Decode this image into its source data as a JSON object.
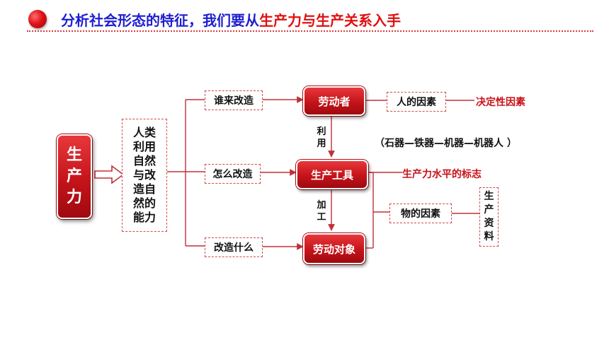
{
  "header": {
    "title_prefix": "分析社会形态的特征，我们要从",
    "title_highlight": "生产力与生产关系入手"
  },
  "diagram": {
    "root": "生产力",
    "ability": "人类利用自然与改造自然的能力",
    "questions": [
      "谁来改造",
      "怎么改造",
      "改造什么"
    ],
    "nodes": [
      "劳动者",
      "生产工具",
      "劳动对象"
    ],
    "edge_use": "利用",
    "edge_process": "加工",
    "human_factor": "人的因素",
    "decisive_factor": "决定性因素",
    "tools_sequence": "（石器—铁器—机器—机器人 ）",
    "productivity_mark": "生产力水平的标志",
    "material_factor": "物的因素",
    "means_of_production": "生产资料"
  },
  "colors": {
    "title_blue": "#1f1fd0",
    "accent_red": "#e01010",
    "box_red": "#c4141a"
  }
}
